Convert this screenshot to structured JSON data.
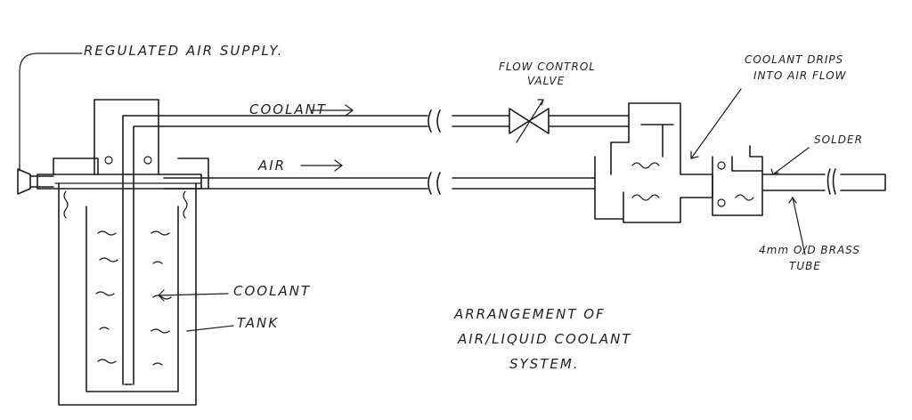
{
  "labels": {
    "regulated_air_supply": "REGULATED AIR SUPPLY.",
    "coolant_pipe": "COOLANT",
    "air_pipe": "AIR",
    "flow_control_valve_line1": "FLOW CONTROL",
    "flow_control_valve_line2": "VALVE",
    "coolant_drips_line1": "COOLANT DRIPS",
    "coolant_drips_line2": "INTO AIR FLOW",
    "solder": "SOLDER",
    "brass_tube_line1": "4mm O/D BRASS",
    "brass_tube_line2": "TUBE",
    "coolant_tank": "COOLANT",
    "tank": "TANK"
  },
  "title": {
    "line1": "ARRANGEMENT OF",
    "line2": "AIR/LIQUID COOLANT",
    "line3": "SYSTEM."
  },
  "colors": {
    "ink": "#1c1c1c",
    "paper": "#ffffff"
  }
}
